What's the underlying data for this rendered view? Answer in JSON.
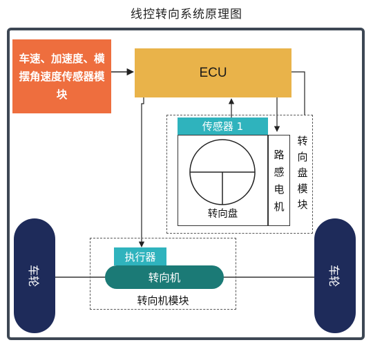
{
  "title": "线控转向系统原理图",
  "sensor_module": {
    "label": "车速、加速度、横摆角速度传感器模块"
  },
  "ecu": {
    "label": "ECU"
  },
  "steering_wheel_module": {
    "sensor_label": "传感器 1",
    "wheel_label": "转向盘",
    "motor_label": "路感电机",
    "module_label": "转向盘模块"
  },
  "steering_gear_module": {
    "actuator_label": "执行器",
    "machine_label": "转向机",
    "module_label": "转向机模块"
  },
  "wheels": {
    "left": "车轮",
    "right": "车轮"
  },
  "colors": {
    "sensor_module": "#ee6e3e",
    "ecu": "#e9b34a",
    "teal": "#2fb3bd",
    "dark_teal": "#1b7a76",
    "wheel": "#1e2b5a",
    "frame": "#3d4754"
  }
}
